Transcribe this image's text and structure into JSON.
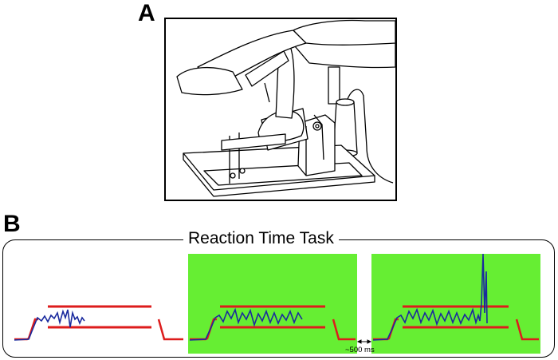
{
  "panel_a": {
    "label": "A"
  },
  "panel_b": {
    "label": "B",
    "title": "Reaction Time Task",
    "interval_label": "~500 ms"
  },
  "colors": {
    "background": "#ffffff",
    "cue_green": "#66ee33",
    "target_band_red": "#dd1c1c",
    "torque_trace_blue": "#1a2a9e",
    "outline_black": "#000000"
  },
  "frames": [
    {
      "name": "pre-cue",
      "background": "none",
      "response": "none"
    },
    {
      "name": "go-cue",
      "background": "green",
      "response": "none"
    },
    {
      "name": "go-cue-with-response",
      "background": "green",
      "response": "spike"
    }
  ]
}
